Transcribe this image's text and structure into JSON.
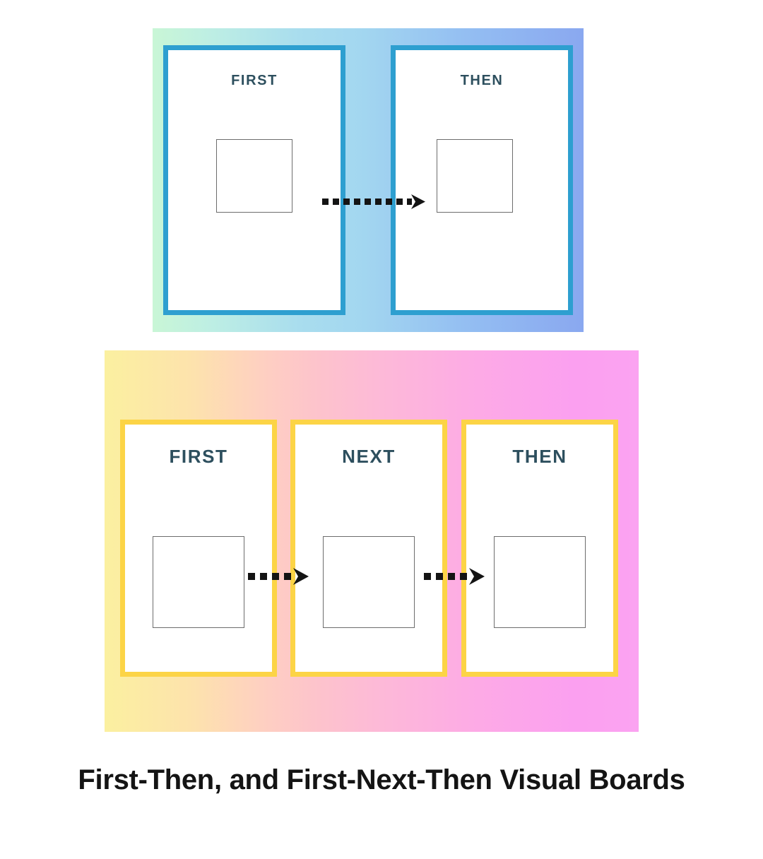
{
  "caption": "First-Then, and First-Next-Then Visual Boards",
  "colors": {
    "first_then_border": "#2e9fd0",
    "first_next_then_border": "#fcd446",
    "label_text": "#2d4f5e",
    "caption_text": "#141414",
    "slot_outline": "#6d6d6d",
    "board_ft_gradient_start": "#c9f6d6",
    "board_ft_gradient_mid": "#a9ddee",
    "board_ft_gradient_end": "#8aa8f0",
    "board_fnt_gradient_start": "#fbf0a0",
    "board_fnt_gradient_mid": "#fdc3cc",
    "board_fnt_gradient_end": "#fba0f0"
  },
  "boards": [
    {
      "id": "first-then",
      "name": "First-Then Board",
      "cards": [
        {
          "label": "FIRST",
          "slot": "empty-picture-slot"
        },
        {
          "label": "THEN",
          "slot": "empty-picture-slot"
        }
      ],
      "arrows": [
        {
          "name": "arrow-first-to-then",
          "icon": "dotted-arrow-right-icon",
          "dots": 11
        }
      ]
    },
    {
      "id": "first-next-then",
      "name": "First-Next-Then Board",
      "cards": [
        {
          "label": "FIRST",
          "slot": "empty-picture-slot"
        },
        {
          "label": "NEXT",
          "slot": "empty-picture-slot"
        },
        {
          "label": "THEN",
          "slot": "empty-picture-slot"
        }
      ],
      "arrows": [
        {
          "name": "arrow-first-to-next",
          "icon": "dotted-arrow-right-icon",
          "dots": 5
        },
        {
          "name": "arrow-next-to-then",
          "icon": "dotted-arrow-right-icon",
          "dots": 5
        }
      ]
    }
  ]
}
